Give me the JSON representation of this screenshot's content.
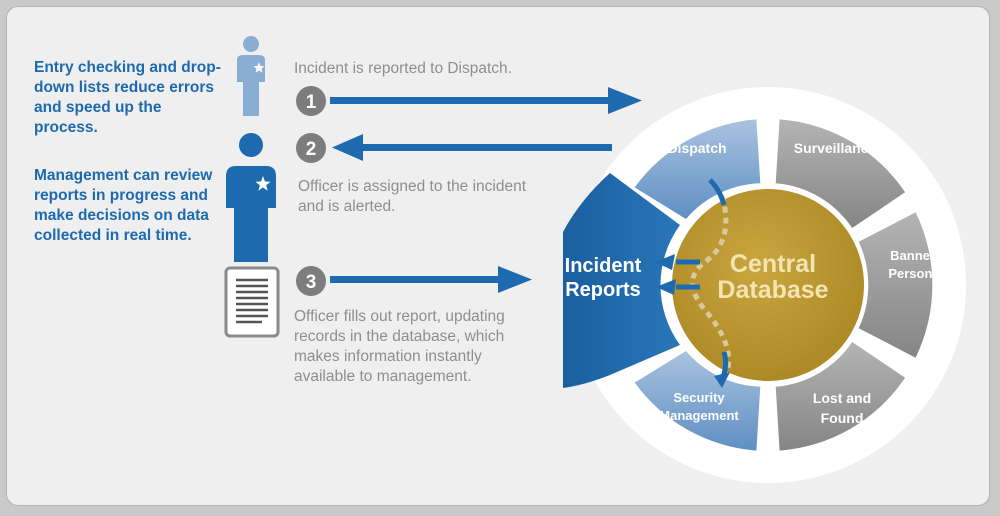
{
  "notes": {
    "note1": "Entry checking and drop-down lists reduce errors and speed up the process.",
    "note2": "Management can review reports in progress and make decisions on data collected in real time."
  },
  "steps": [
    {
      "number": "1",
      "text": "Incident is reported to Dispatch."
    },
    {
      "number": "2",
      "text": "Officer is assigned to the incident and is alerted."
    },
    {
      "number": "3",
      "text": "Officer fills out report, updating records in the database, which makes information instantly available to management."
    }
  ],
  "wheel": {
    "center_line1": "Central",
    "center_line2": "Database",
    "incident_line1": "Incident",
    "incident_line2": "Reports",
    "dispatch": "Dispatch",
    "surveillance": "Surveillance",
    "banned_line1": "Banned",
    "banned_line2": "Persons",
    "lost_line1": "Lost and",
    "lost_line2": "Found",
    "security_line1": "Security",
    "security_line2": "Management"
  },
  "colors": {
    "blue": "#1d6aae",
    "light_blue_segment": "#5f8fc2",
    "gray_segment": "#8f8f8f",
    "gold_center": "#b8952e",
    "step_circle": "#7d7d7d",
    "text_gray": "#8e8e8e"
  },
  "icons": [
    "person-icon",
    "officer-icon",
    "report-document-icon"
  ]
}
